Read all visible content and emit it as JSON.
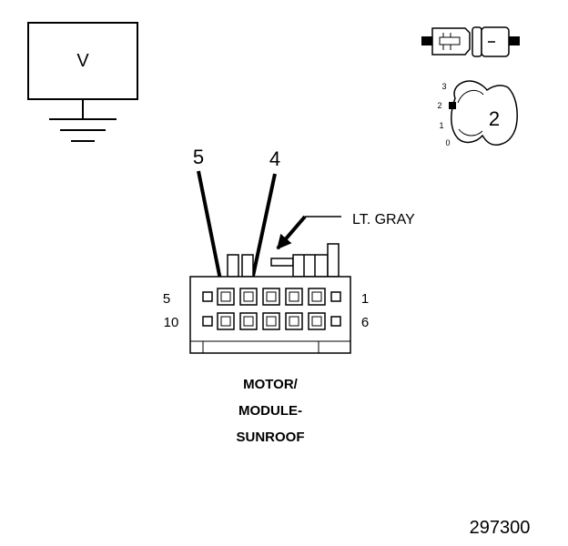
{
  "voltmeter": {
    "symbol": "V"
  },
  "test_lead_labels": {
    "lead_a": "5",
    "lead_b": "4"
  },
  "wire_color_label": "LT. GRAY",
  "connector": {
    "pin_labels": {
      "top_left": "5",
      "top_right": "1",
      "bottom_left": "10",
      "bottom_right": "6"
    },
    "name_lines": [
      "MOTOR/",
      "MODULE-",
      "SUNROOF"
    ]
  },
  "selector_switch": {
    "position_marks": [
      "3",
      "2",
      "1",
      "0"
    ],
    "selected_number": "2"
  },
  "figure_number": "297300"
}
